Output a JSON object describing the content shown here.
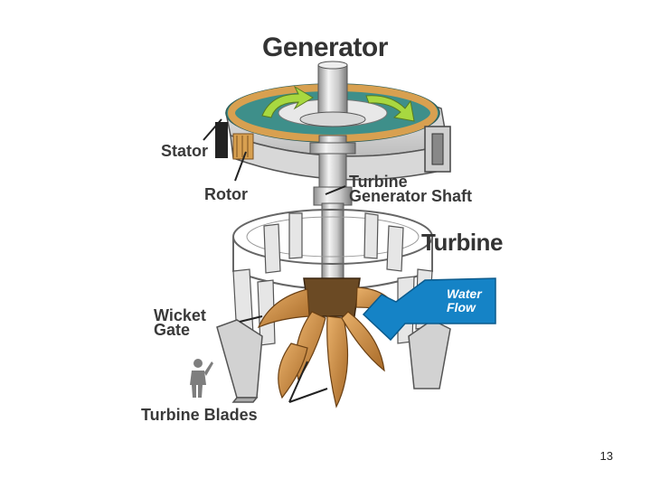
{
  "labels": {
    "generator": "Generator",
    "stator": "Stator",
    "rotor": "Rotor",
    "shaft_line1": "Turbine",
    "shaft_line2": "Generator Shaft",
    "turbine": "Turbine",
    "wicket_line1": "Wicket",
    "wicket_line2": "Gate",
    "blades": "Turbine Blades",
    "water_line1": "Water",
    "water_line2": "Flow"
  },
  "page_number": "13",
  "colors": {
    "metal_light": "#ececec",
    "metal_mid": "#c8c8c8",
    "metal_dark": "#8e8e8e",
    "copper": "#d8a050",
    "rotor_teal": "#3e8f8a",
    "arrow_green": "#a8d840",
    "blade_orange": "#c98a3a",
    "water_blue": "#1583c6",
    "label_text": "#3a3a3a"
  },
  "icons": [
    "generator-ring",
    "rotation-arrow",
    "shaft",
    "turbine-runner",
    "water-flow-arrow",
    "person-figure"
  ]
}
